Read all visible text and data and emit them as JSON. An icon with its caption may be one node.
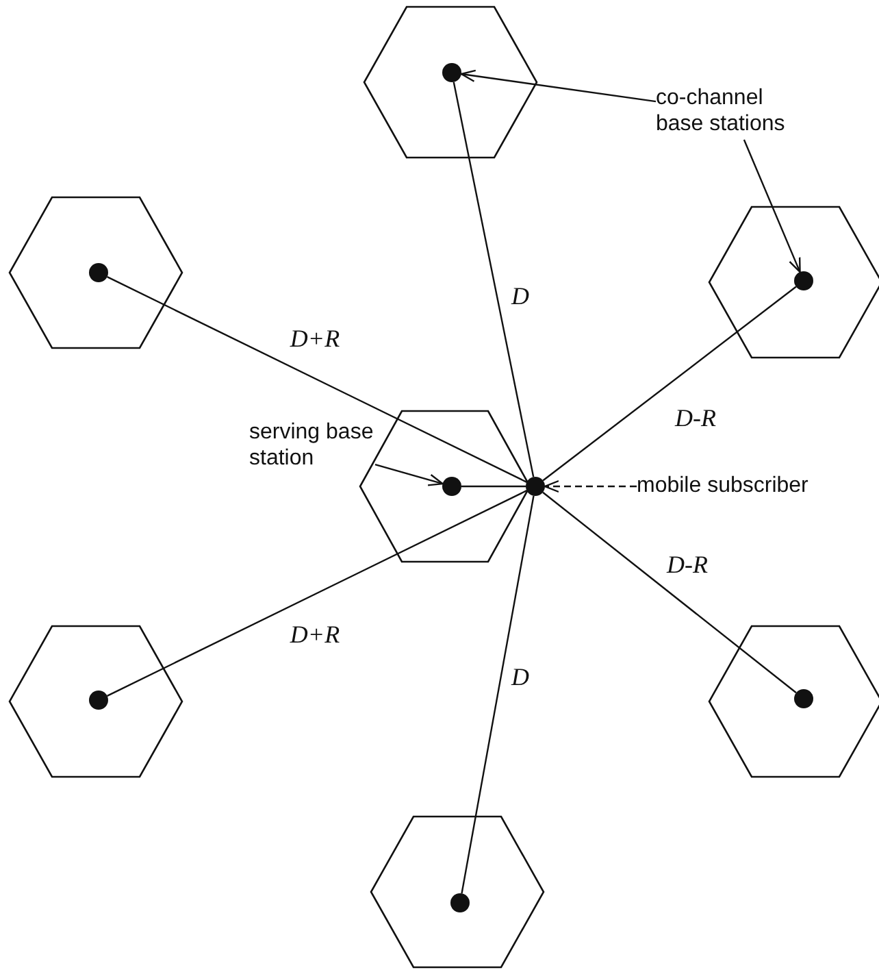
{
  "diagram": {
    "nodes": [
      {
        "text": [],
        "shape": "hexagon"
      },
      {
        "text": [],
        "shape": "circle",
        "in": 0
      },
      {
        "text": [
          "co-channel base stations"
        ]
      },
      {
        "text": [],
        "shape": "hexagon"
      },
      {
        "text": [],
        "shape": "circle",
        "in": 3
      },
      {
        "text": [],
        "shape": "hexagon"
      },
      {
        "text": [],
        "shape": "circle",
        "in": 5
      },
      {
        "text": [
          "serving base station"
        ]
      },
      {
        "text": [],
        "shape": "hexagon"
      },
      {
        "text": [],
        "shape": "circle",
        "in": 8
      },
      {
        "text": [],
        "shape": "circle"
      },
      {
        "text": [
          "mobile subscriber"
        ]
      },
      {
        "text": [],
        "shape": "hexagon"
      },
      {
        "text": [],
        "shape": "circle",
        "in": 12
      },
      {
        "text": [],
        "shape": "hexagon"
      },
      {
        "text": [],
        "shape": "circle",
        "in": 14
      },
      {
        "text": [],
        "shape": "hexagon"
      },
      {
        "text": [],
        "shape": "circle",
        "in": 16
      }
    ],
    "edges": [
      {
        "from": 10,
        "to": 1,
        "arrow": "none",
        "label": "D"
      },
      {
        "from": 10,
        "to": 4,
        "arrow": "none",
        "label": "D+R"
      },
      {
        "from": 10,
        "to": 6,
        "arrow": "none",
        "label": "D-R"
      },
      {
        "from": 10,
        "to": 9,
        "arrow": "none"
      },
      {
        "from": 10,
        "to": 15,
        "arrow": "none",
        "label": "D-R"
      },
      {
        "from": 10,
        "to": 13,
        "arrow": "none",
        "label": "D+R"
      },
      {
        "from": 10,
        "to": 17,
        "arrow": "none",
        "label": "D"
      },
      {
        "from": 2,
        "to": 1,
        "arrow": "to"
      },
      {
        "from": 2,
        "to": 6,
        "arrow": "to"
      },
      {
        "from": 7,
        "to": 9,
        "arrow": "to"
      },
      {
        "from": 11,
        "to": 10,
        "arrow": "to",
        "style": "dashed"
      }
    ]
  }
}
